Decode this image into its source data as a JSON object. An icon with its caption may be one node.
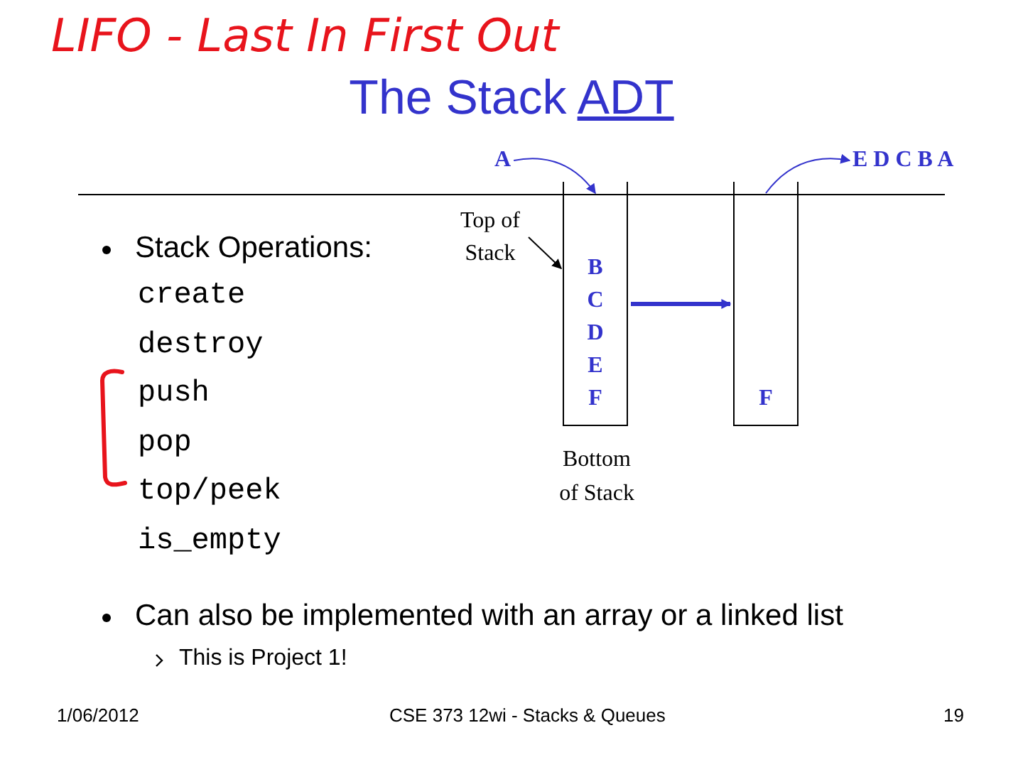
{
  "diagram": {
    "title": "The Stack ADT",
    "nodes": [
      {
        "text": [
          "A"
        ]
      },
      {
        "text": [],
        "shape": "box"
      },
      {
        "text": [
          "B"
        ],
        "in": 1
      },
      {
        "text": [
          "C"
        ],
        "in": 1
      },
      {
        "text": [
          "D"
        ],
        "in": 1
      },
      {
        "text": [
          "E"
        ],
        "in": 1
      },
      {
        "text": [
          "F"
        ],
        "in": 1
      },
      {
        "text": [],
        "shape": "box"
      },
      {
        "text": [
          "F"
        ],
        "in": 7
      },
      {
        "text": [
          "E D C B A"
        ]
      },
      {
        "text": [
          "Top of Stack"
        ]
      }
    ],
    "edges": [
      {
        "from": 0,
        "to": 1,
        "arrow": "to"
      },
      {
        "from": 10,
        "to": 2,
        "arrow": "to",
        "color": "#000000"
      },
      {
        "from": 1,
        "to": 7,
        "arrow": "to",
        "style": "thick"
      },
      {
        "from": 7,
        "to": 9,
        "arrow": "to"
      }
    ],
    "labels": [
      "LIFO - Last In First Out",
      "Stack Operations:",
      "create",
      "destroy",
      "push",
      "pop",
      "top/peek",
      "is_empty",
      "Can also be implemented with an array or a linked list",
      "This is Project 1!",
      "Bottom of Stack",
      "1/06/2012",
      "CSE 373 12wi - Stacks & Queues",
      "19"
    ]
  }
}
